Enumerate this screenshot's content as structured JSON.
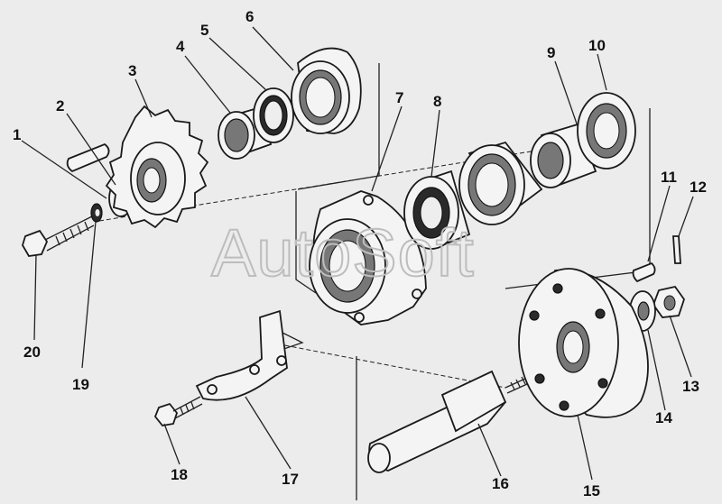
{
  "watermark": "AutoSoft",
  "callouts": [
    {
      "id": "1",
      "label": "1"
    },
    {
      "id": "2",
      "label": "2"
    },
    {
      "id": "3",
      "label": "3"
    },
    {
      "id": "4",
      "label": "4"
    },
    {
      "id": "5",
      "label": "5"
    },
    {
      "id": "6",
      "label": "6"
    },
    {
      "id": "7",
      "label": "7"
    },
    {
      "id": "8",
      "label": "8"
    },
    {
      "id": "9",
      "label": "9"
    },
    {
      "id": "10",
      "label": "10"
    },
    {
      "id": "11",
      "label": "11"
    },
    {
      "id": "12",
      "label": "12"
    },
    {
      "id": "13",
      "label": "13"
    },
    {
      "id": "14",
      "label": "14"
    },
    {
      "id": "15",
      "label": "15"
    },
    {
      "id": "16",
      "label": "16"
    },
    {
      "id": "17",
      "label": "17"
    },
    {
      "id": "18",
      "label": "18"
    },
    {
      "id": "19",
      "label": "19"
    },
    {
      "id": "20",
      "label": "20"
    }
  ]
}
